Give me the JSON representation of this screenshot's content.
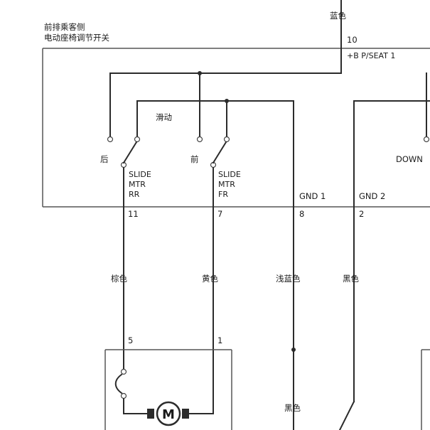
{
  "module_title_1": "前排乘客侧",
  "module_title_2": "电动座椅调节开关",
  "wires": {
    "top_color": "蓝色",
    "top_pin": "10",
    "top_signal": "+B P/SEAT 1",
    "w11_color": "棕色",
    "w7_color": "黄色",
    "w8_color": "浅蓝色",
    "w2_color": "黑色",
    "ground_color": "黑色"
  },
  "switch": {
    "slide_label": "滑动",
    "rear_label": "后",
    "front_label": "前",
    "down_label": "DOWN",
    "rr_line1": "SLIDE",
    "rr_line2": "MTR",
    "rr_line3": "RR",
    "fr_line1": "SLIDE",
    "fr_line2": "MTR",
    "fr_line3": "FR"
  },
  "pins": {
    "gnd1": "GND 1",
    "gnd2": "GND 2",
    "p11": "11",
    "p7": "7",
    "p8": "8",
    "p2": "2"
  },
  "motor": {
    "pin5": "5",
    "pin1": "1",
    "symbol": "M"
  }
}
